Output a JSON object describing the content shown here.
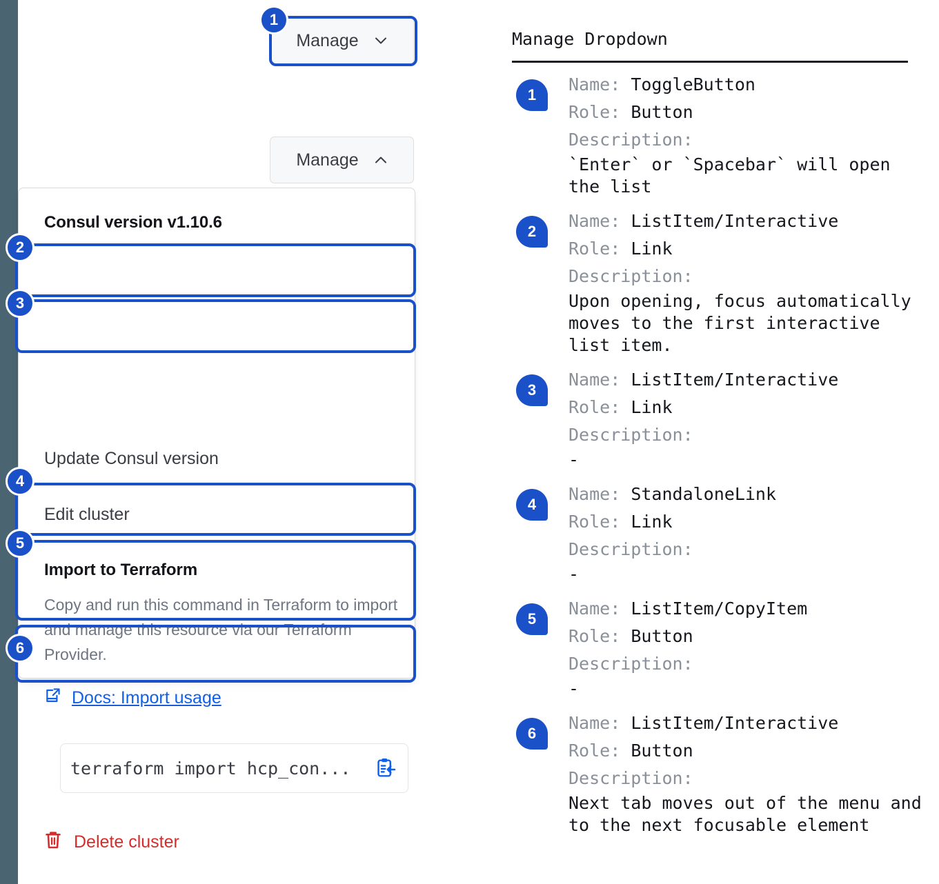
{
  "colors": {
    "accent_blue": "#1a50c8",
    "link_blue": "#1160e8",
    "danger_red": "#d42d2d",
    "rail_slate": "#4a6571",
    "muted_gray": "#8a9099"
  },
  "left_rail": {
    "name": "page-side-rail"
  },
  "toggle_collapsed": {
    "label": "Manage",
    "icon": "chevron-down-icon",
    "state": "collapsed"
  },
  "toggle_expanded": {
    "label": "Manage",
    "icon": "chevron-up-icon",
    "state": "expanded"
  },
  "dropdown": {
    "header": "Consul version v1.10.6",
    "items": [
      {
        "label": "Update Consul version"
      },
      {
        "label": "Edit cluster"
      }
    ],
    "terraform": {
      "title": "Import to Terraform",
      "description": "Copy and run this command in Terraform to import and manage this resource via our Terraform Provider.",
      "docs_link": "Docs: Import usage",
      "docs_icon": "docs-external-link-icon",
      "command": "terraform import hcp_con...",
      "copy_icon": "copy-to-clipboard-icon"
    },
    "delete": {
      "label": "Delete cluster",
      "icon": "trash-icon"
    }
  },
  "annotations": [
    {
      "number": "1"
    },
    {
      "number": "2"
    },
    {
      "number": "3"
    },
    {
      "number": "4"
    },
    {
      "number": "5"
    },
    {
      "number": "6"
    }
  ],
  "legend": {
    "title": "Manage Dropdown",
    "labels": {
      "name": "Name:",
      "role": "Role:",
      "description": "Description:"
    },
    "items": [
      {
        "number": "1",
        "name": "ToggleButton",
        "role": "Button",
        "description": "`Enter` or `Spacebar` will open\nthe list"
      },
      {
        "number": "2",
        "name": "ListItem/Interactive",
        "role": "Link",
        "description": "Upon opening, focus automatically\nmoves to the first interactive\nlist item."
      },
      {
        "number": "3",
        "name": "ListItem/Interactive",
        "role": "Link",
        "description": "-"
      },
      {
        "number": "4",
        "name": "StandaloneLink",
        "role": "Link",
        "description": "-"
      },
      {
        "number": "5",
        "name": "ListItem/CopyItem",
        "role": "Button",
        "description": "-"
      },
      {
        "number": "6",
        "name": "ListItem/Interactive",
        "role": "Button",
        "description": "Next tab moves out of the menu and\nto the next focusable element"
      }
    ]
  }
}
